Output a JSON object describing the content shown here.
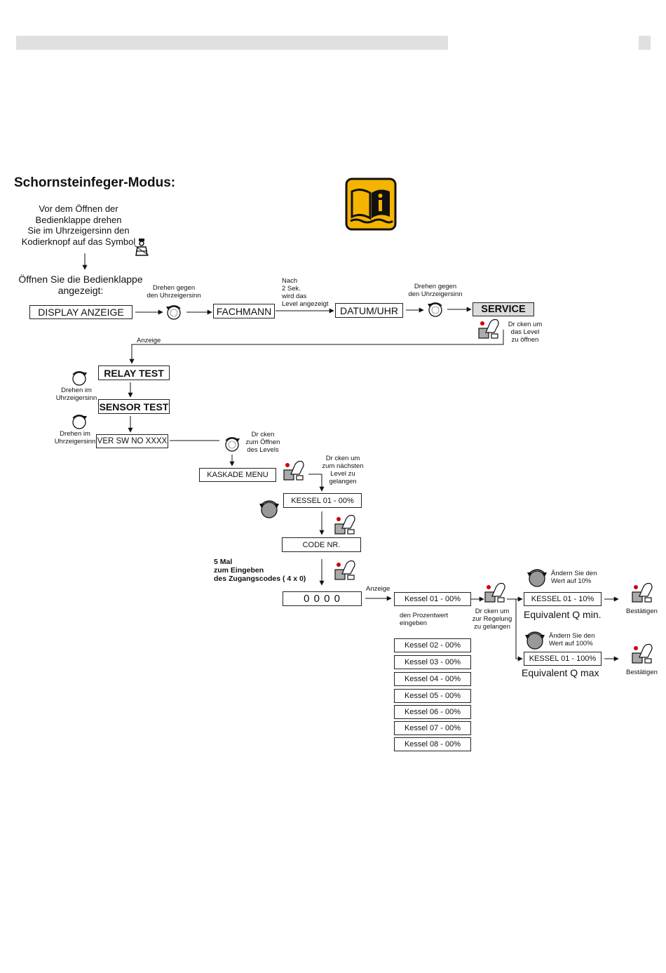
{
  "title": "Schornsteinfeger-Modus:",
  "intro": {
    "turn_text": "Vor dem Öffnen der\nBedienklappe drehen\nSie im Uhrzeigersinn den\nKodierknopf auf das Symbol",
    "open_text": "Öffnen Sie die Bedienklappe\nangezeigt:"
  },
  "boxes": {
    "display": "DISPLAY ANZEIGE",
    "fachmann": "FACHMANN",
    "datum": "DATUM/UHR",
    "service": "SERVICE",
    "relay": "RELAY TEST",
    "sensor": "SENSOR TEST",
    "version": "VER SW NO XXXX",
    "kaskade": "KASKADE MENU",
    "kessel_top": "KESSEL 01 - 00%",
    "code": "CODE NR.",
    "zeros": "0 0 0 0",
    "kessel_list": [
      "Kessel 01 - 00%",
      "Kessel 02 - 00%",
      "Kessel 03 - 00%",
      "Kessel 04 - 00%",
      "Kessel 05 - 00%",
      "Kessel 06 - 00%",
      "Kessel 07 - 00%",
      "Kessel 08 - 00%"
    ],
    "kessel_min": "KESSEL 01 - 10%",
    "kessel_max": "KESSEL 01 - 100%"
  },
  "labels": {
    "drehen_gegen_1": "Drehen gegen\nden Uhrzeigersinn",
    "nach_2_sek": "Nach\n2 Sek.\nwird das\nLevel angezeigt",
    "drehen_gegen_2": "Drehen gegen\nden Uhrzeigersinn",
    "druecken_level": "Dr cken um\ndas Level\nzu öffnen",
    "anzeige_1": "Anzeige",
    "drehen_im_1": "Drehen im\nUhrzeigersinn",
    "drehen_im_2": "Drehen im\nUhrzeigersinn",
    "druecken_oeffnen": "Dr cken\nzum Öffnen\ndes Levels",
    "druecken_naechsten": "Dr cken um\nzum nächsten\nLevel zu\ngelangen",
    "fuenf_mal": "5 Mal\nzum Eingeben\ndes Zugangscodes ( 4 x 0)",
    "anzeige_2": "Anzeige",
    "prozentwert": "den Prozentwert\neingeben",
    "druecken_regelung": "Dr cken um\nzur Regelung\nzu gelangen",
    "aendern_10": "Ändern Sie den\nWert auf 10%",
    "aendern_100": "Ändern Sie den\nWert auf 100%",
    "equiv_min": "Equivalent Q min.",
    "equiv_max": "Equivalent Q max",
    "bestaetigen_1": "Bestätigen",
    "bestaetigen_2": "Bestätigen"
  },
  "colors": {
    "header_bar": "#e0e0e0",
    "info_icon": "#f5b400",
    "button_dot": "#d00000"
  },
  "icons": [
    "info-book-icon",
    "chimney-sweep-icon",
    "rotary-knob-icon",
    "push-button-hand-icon"
  ]
}
